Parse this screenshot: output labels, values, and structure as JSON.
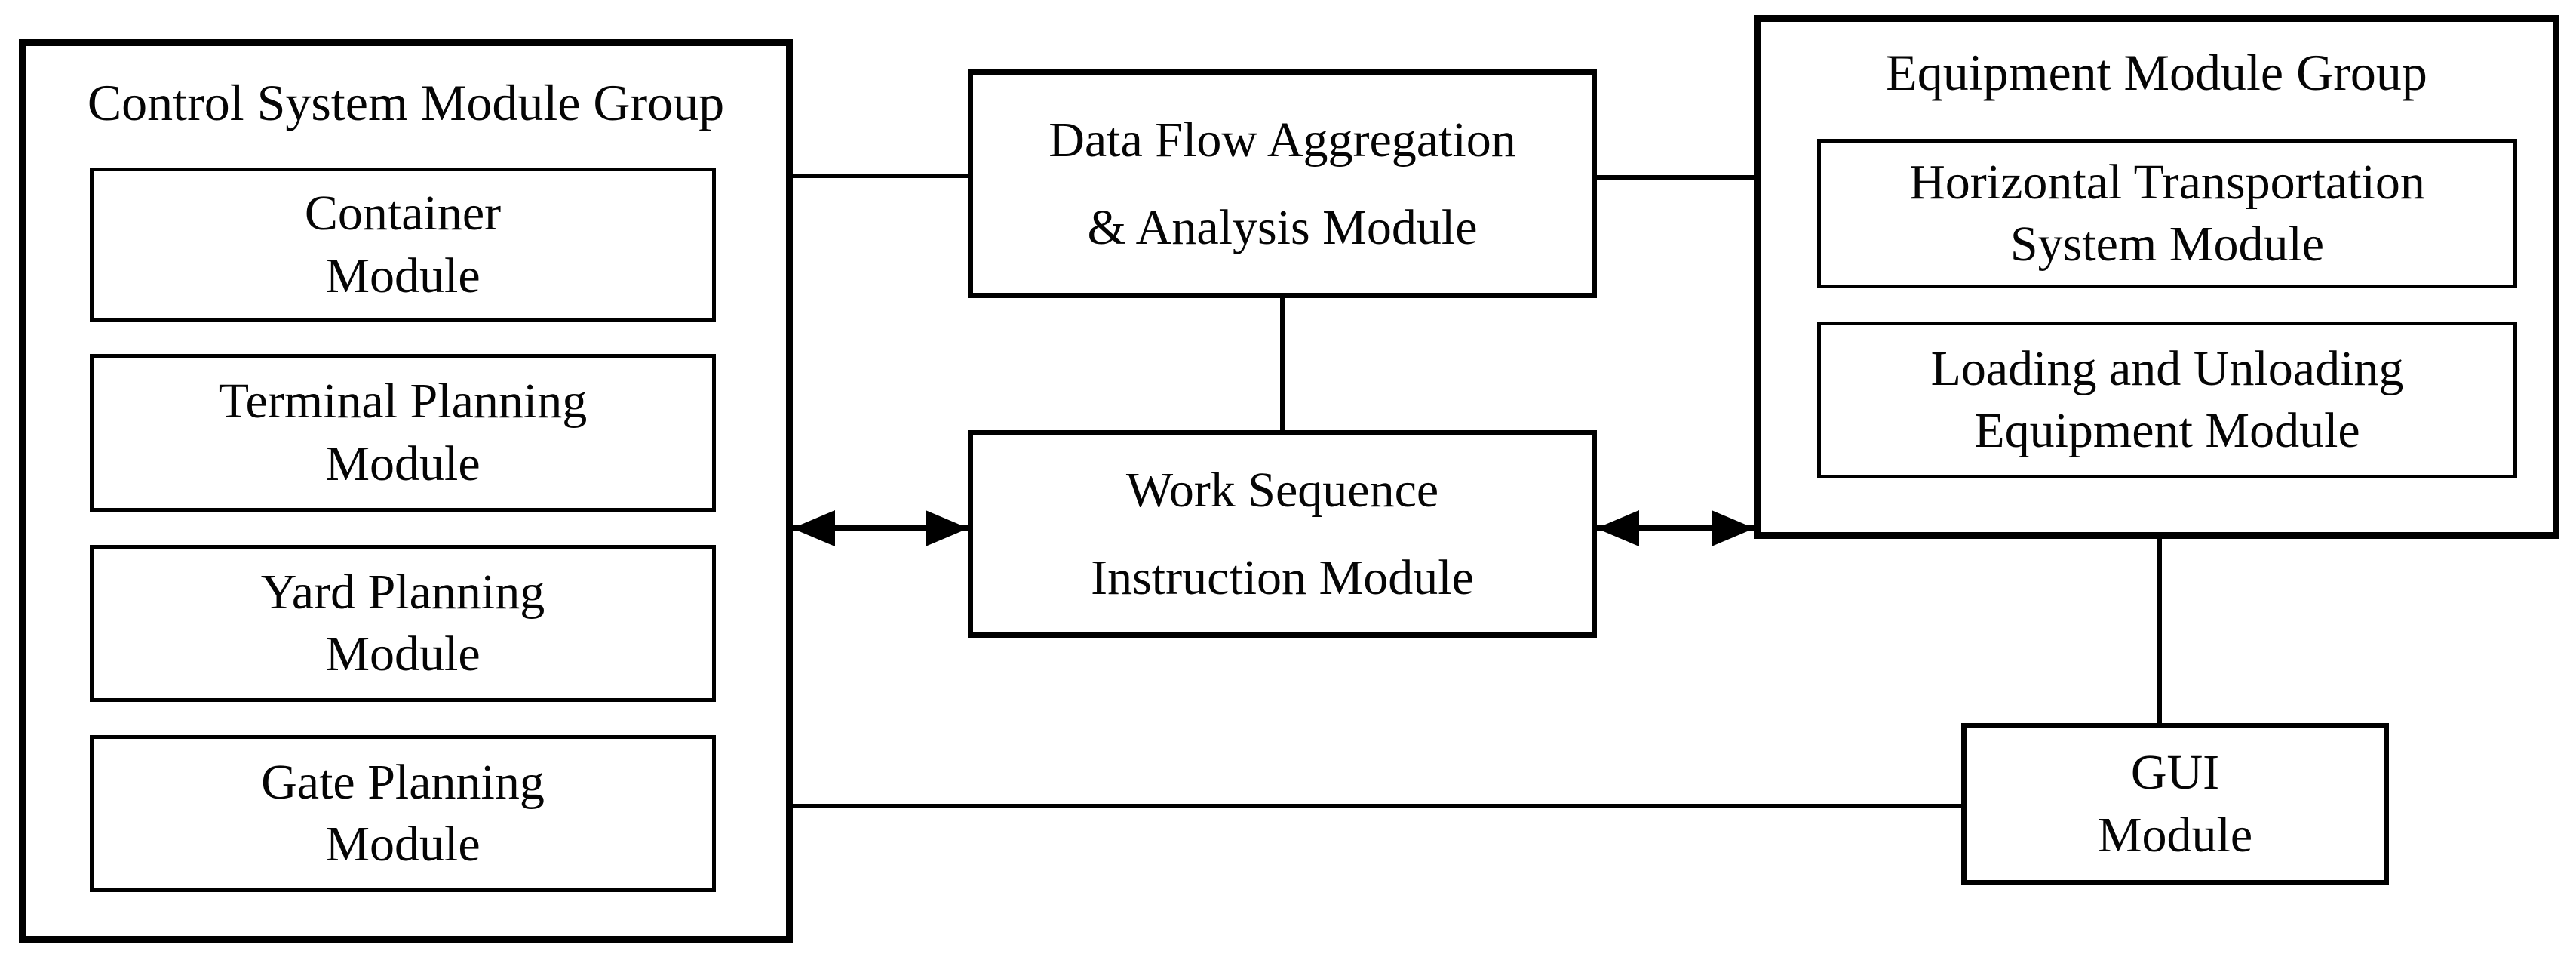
{
  "canvas": {
    "background": "#ffffff",
    "line_color": "#000000",
    "text_color": "#050505"
  },
  "control_group": {
    "title": "Control System Module Group",
    "modules": [
      {
        "line1": "Container",
        "line2": "Module"
      },
      {
        "line1": "Terminal Planning",
        "line2": "Module"
      },
      {
        "line1": "Yard Planning",
        "line2": "Module"
      },
      {
        "line1": "Gate Planning",
        "line2": "Module"
      }
    ]
  },
  "center": {
    "data_flow_module": {
      "line1": "Data Flow Aggregation",
      "line2": "& Analysis Module"
    },
    "work_sequence_module": {
      "line1": "Work Sequence",
      "line2": "Instruction Module"
    }
  },
  "equipment_group": {
    "title": "Equipment Module Group",
    "modules": [
      {
        "line1": "Horizontal Transportation",
        "line2": "System Module"
      },
      {
        "line1": "Loading and Unloading",
        "line2": "Equipment Module"
      }
    ]
  },
  "gui_module": {
    "line1": "GUI",
    "line2": "Module"
  }
}
